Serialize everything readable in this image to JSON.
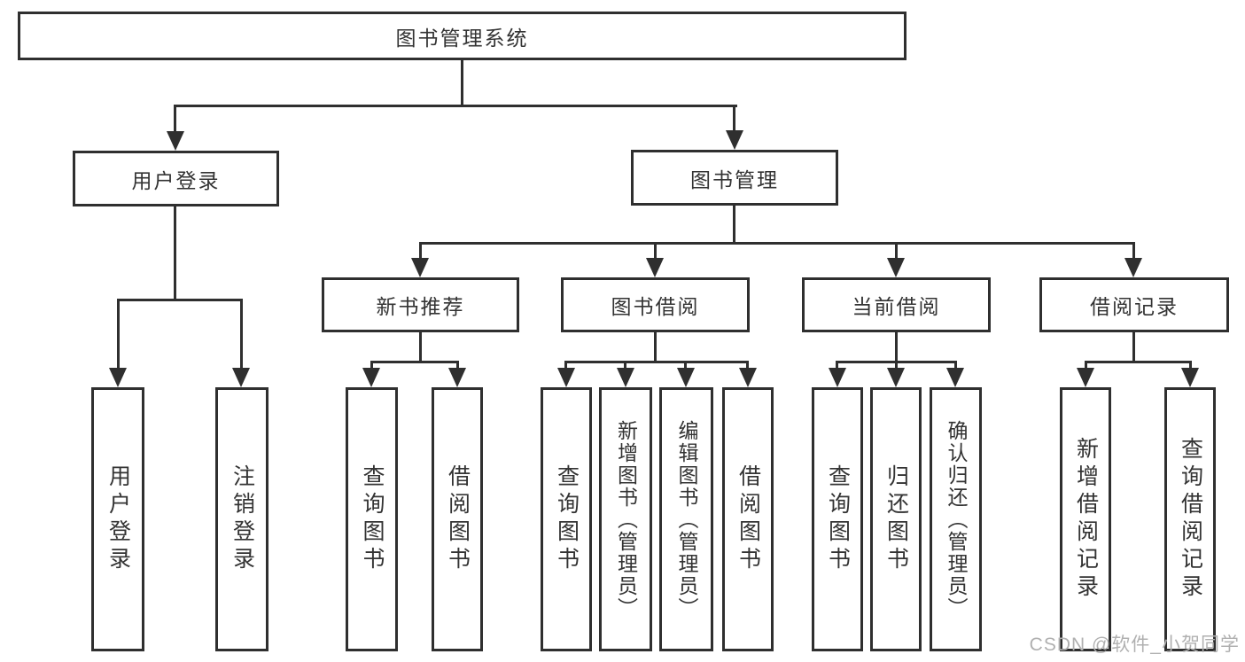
{
  "colors": {
    "line": "#2f2f2f",
    "text": "#333333",
    "watermark": "#b0b0b0",
    "background": "#ffffff"
  },
  "watermark": "CSDN @软件_小贺同学",
  "tree": {
    "root": "图书管理系统",
    "children": [
      {
        "label": "用户登录",
        "children": [
          {
            "label": "用户登录"
          },
          {
            "label": "注销登录"
          }
        ]
      },
      {
        "label": "图书管理",
        "children": [
          {
            "label": "新书推荐",
            "children": [
              {
                "label": "查询图书"
              },
              {
                "label": "借阅图书"
              }
            ]
          },
          {
            "label": "图书借阅",
            "children": [
              {
                "label": "查询图书"
              },
              {
                "label": "新增图书（管理员）"
              },
              {
                "label": "编辑图书（管理员）"
              },
              {
                "label": "借阅图书"
              }
            ]
          },
          {
            "label": "当前借阅",
            "children": [
              {
                "label": "查询图书"
              },
              {
                "label": "归还图书"
              },
              {
                "label": "确认归还（管理员）"
              }
            ]
          },
          {
            "label": "借阅记录",
            "children": [
              {
                "label": "新增借阅记录"
              },
              {
                "label": "查询借阅记录"
              }
            ]
          }
        ]
      }
    ]
  }
}
